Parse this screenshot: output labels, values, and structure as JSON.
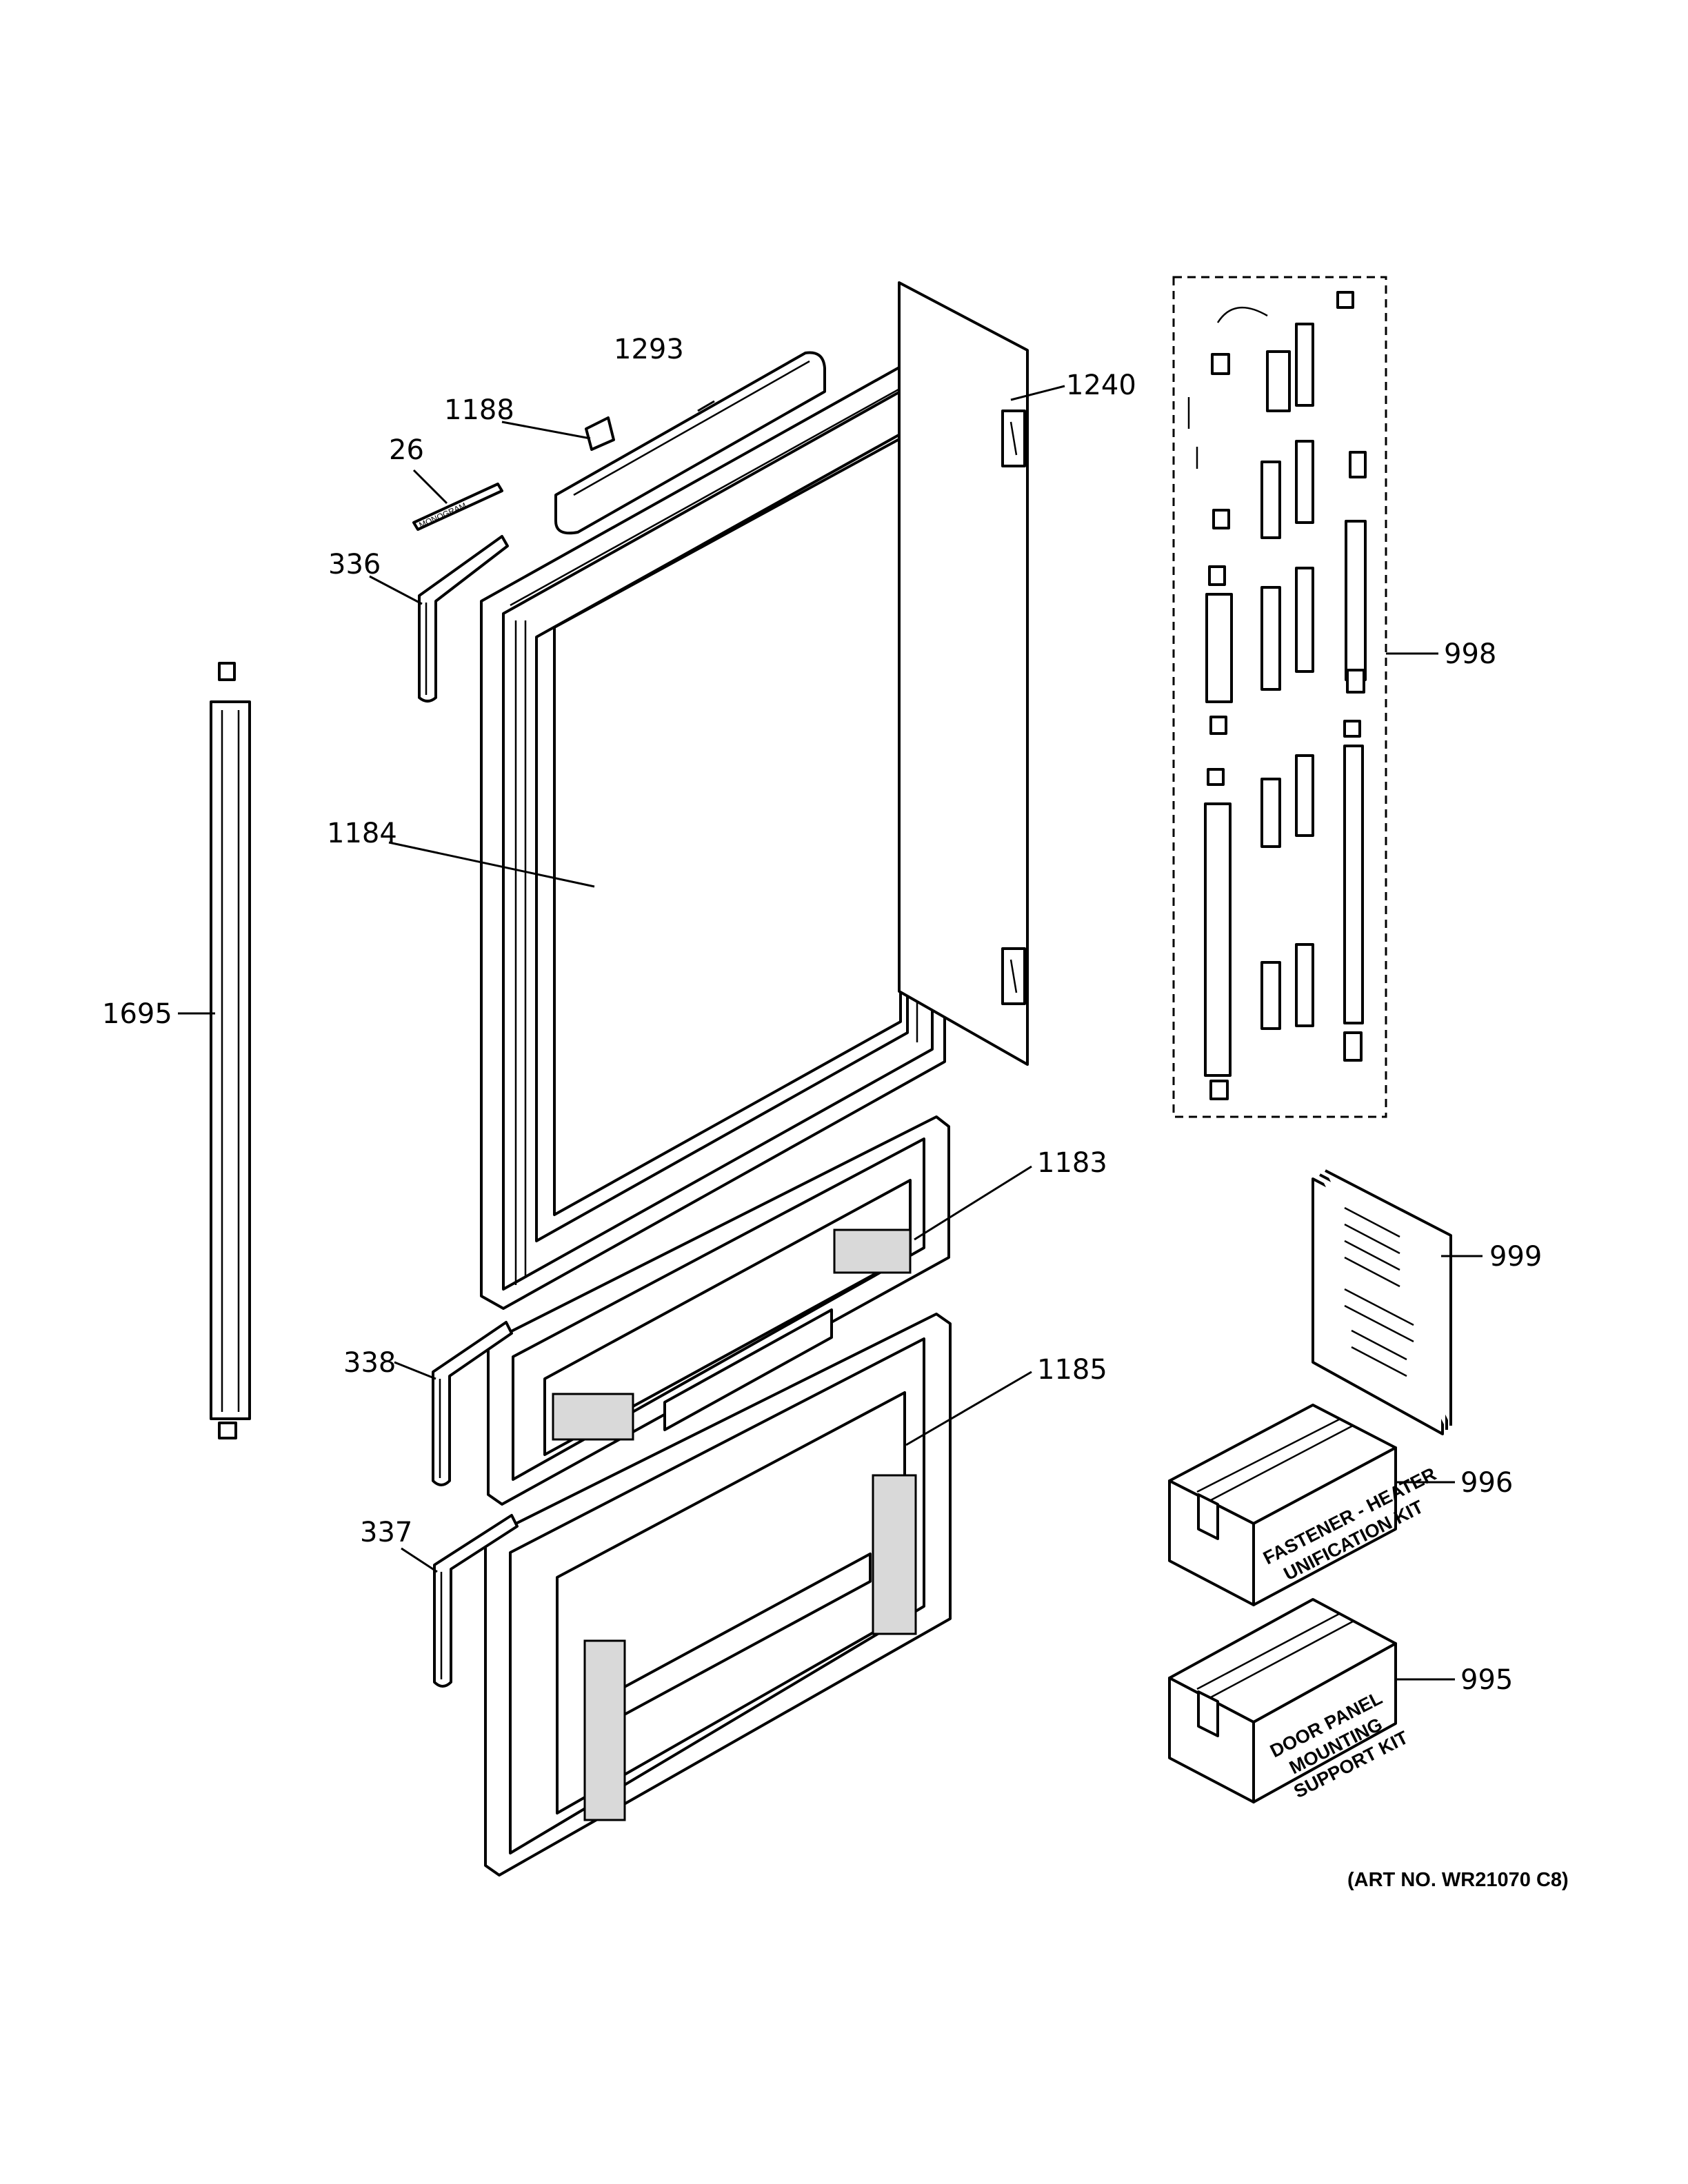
{
  "callouts": {
    "p1293": "1293",
    "p1188": "1188",
    "p26": "26",
    "p336": "336",
    "p1240": "1240",
    "p998": "998",
    "p1184": "1184",
    "p1695": "1695",
    "p1183": "1183",
    "p999": "999",
    "p338": "338",
    "p1185": "1185",
    "p996": "996",
    "p337": "337",
    "p995": "995"
  },
  "boxes": {
    "fastener_kit": [
      "FASTENER - HEATER",
      "UNIFICATION KIT"
    ],
    "door_panel_kit": [
      "DOOR PANEL",
      "MOUNTING",
      "SUPPORT KIT"
    ]
  },
  "badge_text": "MONOGRAM",
  "art_number": "(ART NO. WR21070 C8)"
}
